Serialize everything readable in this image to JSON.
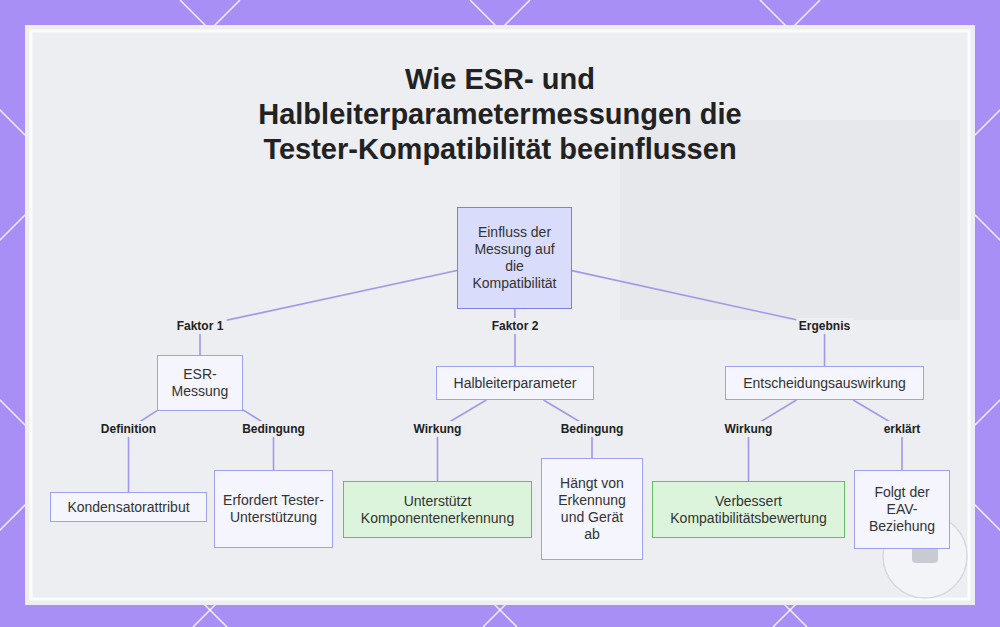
{
  "diagram": {
    "title": "Wie ESR- und Halbleiterparametermessungen die Tester-Kompatibilität beeinflussen",
    "nodes": [
      {
        "text": [
          "Einfluss der Messung auf die Kompatibilität"
        ]
      },
      {
        "text": [
          "ESR-Messung"
        ]
      },
      {
        "text": [
          "Halbleiterparameter"
        ]
      },
      {
        "text": [
          "Entscheidungsauswirkung"
        ]
      },
      {
        "text": [
          "Kondensatorattribut"
        ]
      },
      {
        "text": [
          "Erfordert Tester-Unterstützung"
        ]
      },
      {
        "text": [
          "Unterstützt Komponentenerkennung"
        ]
      },
      {
        "text": [
          "Hängt von Erkennung und Gerät ab"
        ]
      },
      {
        "text": [
          "Verbessert Kompatibilitätsbewertung"
        ]
      },
      {
        "text": [
          "Folgt der EAV-Beziehung"
        ]
      }
    ],
    "edges": [
      {
        "from": 0,
        "to": 1,
        "label": "Faktor 1",
        "arrow": "none"
      },
      {
        "from": 0,
        "to": 2,
        "label": "Faktor 2",
        "arrow": "none"
      },
      {
        "from": 0,
        "to": 3,
        "label": "Ergebnis",
        "arrow": "none"
      },
      {
        "from": 1,
        "to": 4,
        "label": "Definition",
        "arrow": "none"
      },
      {
        "from": 1,
        "to": 5,
        "label": "Bedingung",
        "arrow": "none"
      },
      {
        "from": 2,
        "to": 6,
        "label": "Wirkung",
        "arrow": "none"
      },
      {
        "from": 2,
        "to": 7,
        "label": "Bedingung",
        "arrow": "none"
      },
      {
        "from": 3,
        "to": 8,
        "label": "Wirkung",
        "arrow": "none"
      },
      {
        "from": 3,
        "to": 9,
        "label": "erklärt",
        "arrow": "none"
      }
    ]
  }
}
